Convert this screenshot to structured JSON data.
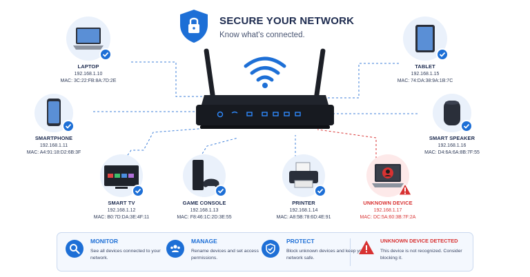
{
  "header": {
    "title": "SECURE YOUR NETWORK",
    "subtitle": "Know what's connected."
  },
  "devices": {
    "laptop": {
      "name": "LAPTOP",
      "ip": "192.168.1.10",
      "mac": "MAC: 3C:22:FB:8A:7D:2E",
      "status": "check"
    },
    "smartphone": {
      "name": "SMARTPHONE",
      "ip": "192.168.1.11",
      "mac": "MAC: A4:91:18:D2:6B:3F",
      "status": "check"
    },
    "smart_tv": {
      "name": "SMART TV",
      "ip": "192.168.1.12",
      "mac": "MAC: B0:7D:DA:3E:4F:11",
      "status": "check"
    },
    "game_console": {
      "name": "GAME CONSOLE",
      "ip": "192.168.1.13",
      "mac": "MAC: F8:46:1C:2D:3E:55",
      "status": "check"
    },
    "printer": {
      "name": "PRINTER",
      "ip": "192.168.1.14",
      "mac": "MAC: A8:5B:78:6D:4E:91",
      "status": "check"
    },
    "unknown": {
      "name": "UNKNOWN DEVICE",
      "ip": "192.168.1.17",
      "mac": "MAC: DC:5A:60:3B:7F:2A",
      "status": "warning"
    },
    "tablet": {
      "name": "TABLET",
      "ip": "192.168.1.15",
      "mac": "MAC: 74:DA:38:9A:1B:7C",
      "status": "check"
    },
    "speaker": {
      "name": "SMART SPEAKER",
      "ip": "192.168.1.16",
      "mac": "MAC: D4:6A:6A:8B:7F:55",
      "status": "check"
    }
  },
  "features": {
    "monitor": {
      "title": "MONITOR",
      "desc": "See all devices connected to your network.",
      "icon": "search-icon"
    },
    "manage": {
      "title": "MANAGE",
      "desc": "Rename devices and set access permissions.",
      "icon": "users-icon"
    },
    "protect": {
      "title": "PROTECT",
      "desc": "Block unknown devices and keep your network safe.",
      "icon": "shield-check-icon"
    },
    "alert": {
      "title": "UNKNOWN DEVICE DETECTED",
      "desc": "This device is not recognized. Consider blocking it.",
      "icon": "warning-icon"
    }
  },
  "colors": {
    "accent": "#1d6fd6",
    "navy": "#1d2b4f",
    "danger": "#d83232",
    "soft_bg": "#eaf1fb"
  }
}
